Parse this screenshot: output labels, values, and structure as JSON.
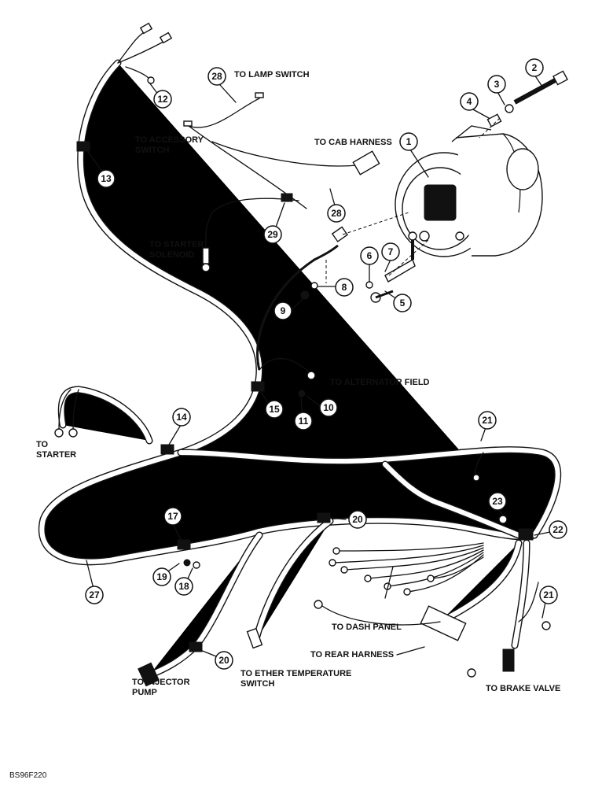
{
  "callouts": {
    "c1": "1",
    "c2": "2",
    "c3": "3",
    "c4": "4",
    "c5": "5",
    "c6": "6",
    "c7": "7",
    "c8": "8",
    "c9": "9",
    "c10": "10",
    "c11": "11",
    "c12": "12",
    "c13": "13",
    "c14": "14",
    "c15": "15",
    "c17": "17",
    "c18": "18",
    "c19": "19",
    "c20a": "20",
    "c20b": "20",
    "c21a": "21",
    "c21b": "21",
    "c22": "22",
    "c23": "23",
    "c27": "27",
    "c28a": "28",
    "c28b": "28",
    "c29": "29"
  },
  "labels": {
    "lamp_switch": "TO LAMP SWITCH",
    "accessory_switch_1": "TO ACCESSORY",
    "accessory_switch_2": "SWITCH",
    "cab_harness": "TO CAB HARNESS",
    "starter_solenoid_1": "TO STARTER",
    "starter_solenoid_2": "SOLENOID",
    "alternator_field": "TO ALTERNATOR FIELD",
    "starter_1": "TO",
    "starter_2": "STARTER",
    "dash_panel": "TO DASH PANEL",
    "rear_harness": "TO REAR HARNESS",
    "ether_1": "TO ETHER TEMPERATURE",
    "ether_2": "SWITCH",
    "injector_1": "TO INJECTOR",
    "injector_2": "PUMP",
    "brake_valve": "TO BRAKE VALVE"
  },
  "figure_code": "BS96F220"
}
